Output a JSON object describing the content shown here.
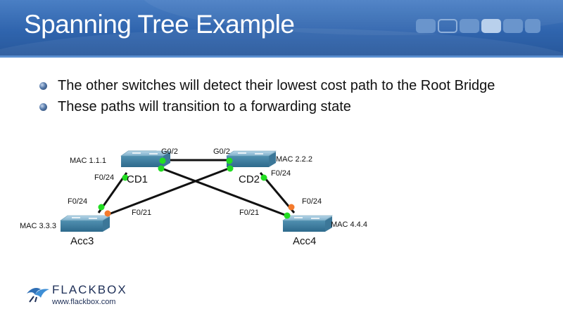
{
  "slide": {
    "title": "Spanning Tree Example",
    "bullets": [
      "The other switches will detect their lowest cost path to the Root Bridge",
      "These paths will transition to a forwarding state"
    ]
  },
  "diagram": {
    "switches": {
      "cd1": {
        "name": "CD1",
        "mac": "MAC 1.1.1"
      },
      "cd2": {
        "name": "CD2",
        "mac": "MAC 2.2.2"
      },
      "acc3": {
        "name": "Acc3",
        "mac": "MAC 3.3.3"
      },
      "acc4": {
        "name": "Acc4",
        "mac": "MAC 4.4.4"
      }
    },
    "ports": {
      "cd1_g02": "G0/2",
      "cd2_g02": "G0/2",
      "cd1_f024": "F0/24",
      "cd2_f024": "F0/24",
      "acc3_f024": "F0/24",
      "acc3_f021": "F0/21",
      "acc4_f021": "F0/21",
      "acc4_f024": "F0/24"
    },
    "link_state_colors": {
      "forwarding": "#22dd22",
      "blocking_or_transition": "#f47a2c"
    }
  },
  "logo": {
    "wordmark": "FLACKBOX",
    "url": "www.flackbox.com",
    "icon": "bird-logo-icon"
  }
}
